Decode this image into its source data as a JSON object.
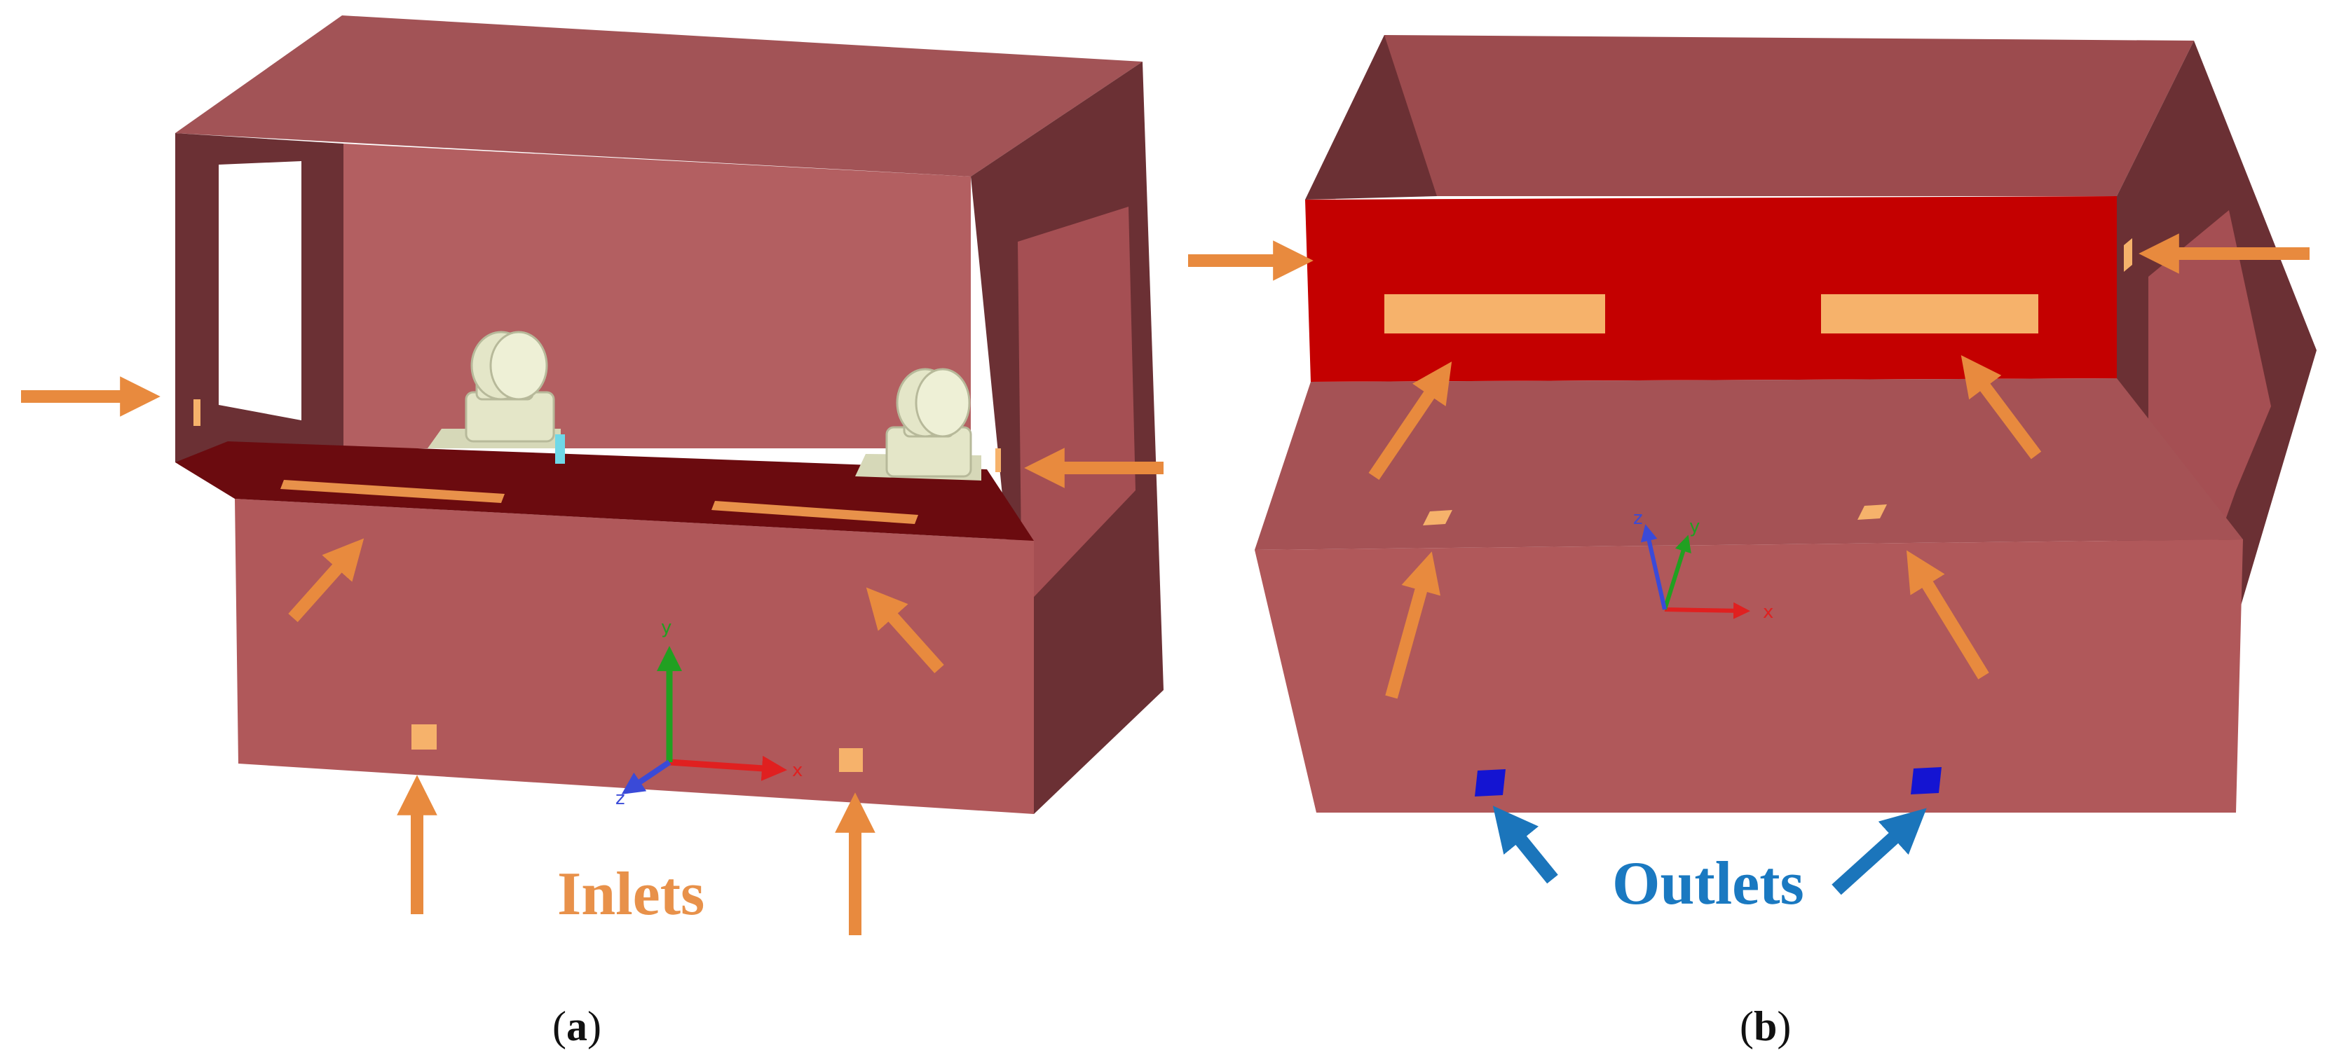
{
  "labels": {
    "inlets": "Inlets",
    "outlets": "Outlets"
  },
  "captions": {
    "a_open": "(",
    "a_letter": "a",
    "a_close": ")",
    "b_open": "(",
    "b_letter": "b",
    "b_close": ")"
  },
  "axes": {
    "x": "x",
    "y": "y",
    "z": "z"
  },
  "colors": {
    "cabin_wall": "#b0585a",
    "cabin_side": "#6b3034",
    "cabin_top": "#a25356",
    "cabin_back": "#b35f61",
    "dashboard": "#6b0b0f",
    "panel_red": "#c40000",
    "inlet_vent": "#f6b26b",
    "inlet_arrow": "#e88a3e",
    "outlet_vent": "#1414d2",
    "outlet_arrow": "#1b75bb",
    "outlet_label": "#1a79c1",
    "inlet_label": "#e8914a",
    "mannequin": "#e4e6c8",
    "axis_x": "#e02020",
    "axis_y": "#21a021",
    "axis_z": "#3a4ad8"
  }
}
